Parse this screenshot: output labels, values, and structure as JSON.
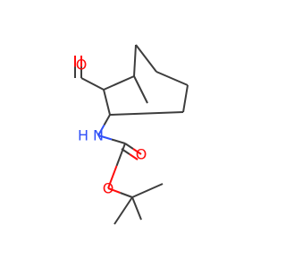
{
  "molecule": {
    "colors": {
      "carbon_bond": "#3d3d3d",
      "oxygen": "#ff0d0d",
      "nitrogen": "#3050f8"
    },
    "labels": {
      "aldehyde_oxygen": "O",
      "amine_nitrogen": "N",
      "amine_hydrogen": "H",
      "carbonyl_oxygen": "O",
      "ester_oxygen": "O"
    }
  }
}
